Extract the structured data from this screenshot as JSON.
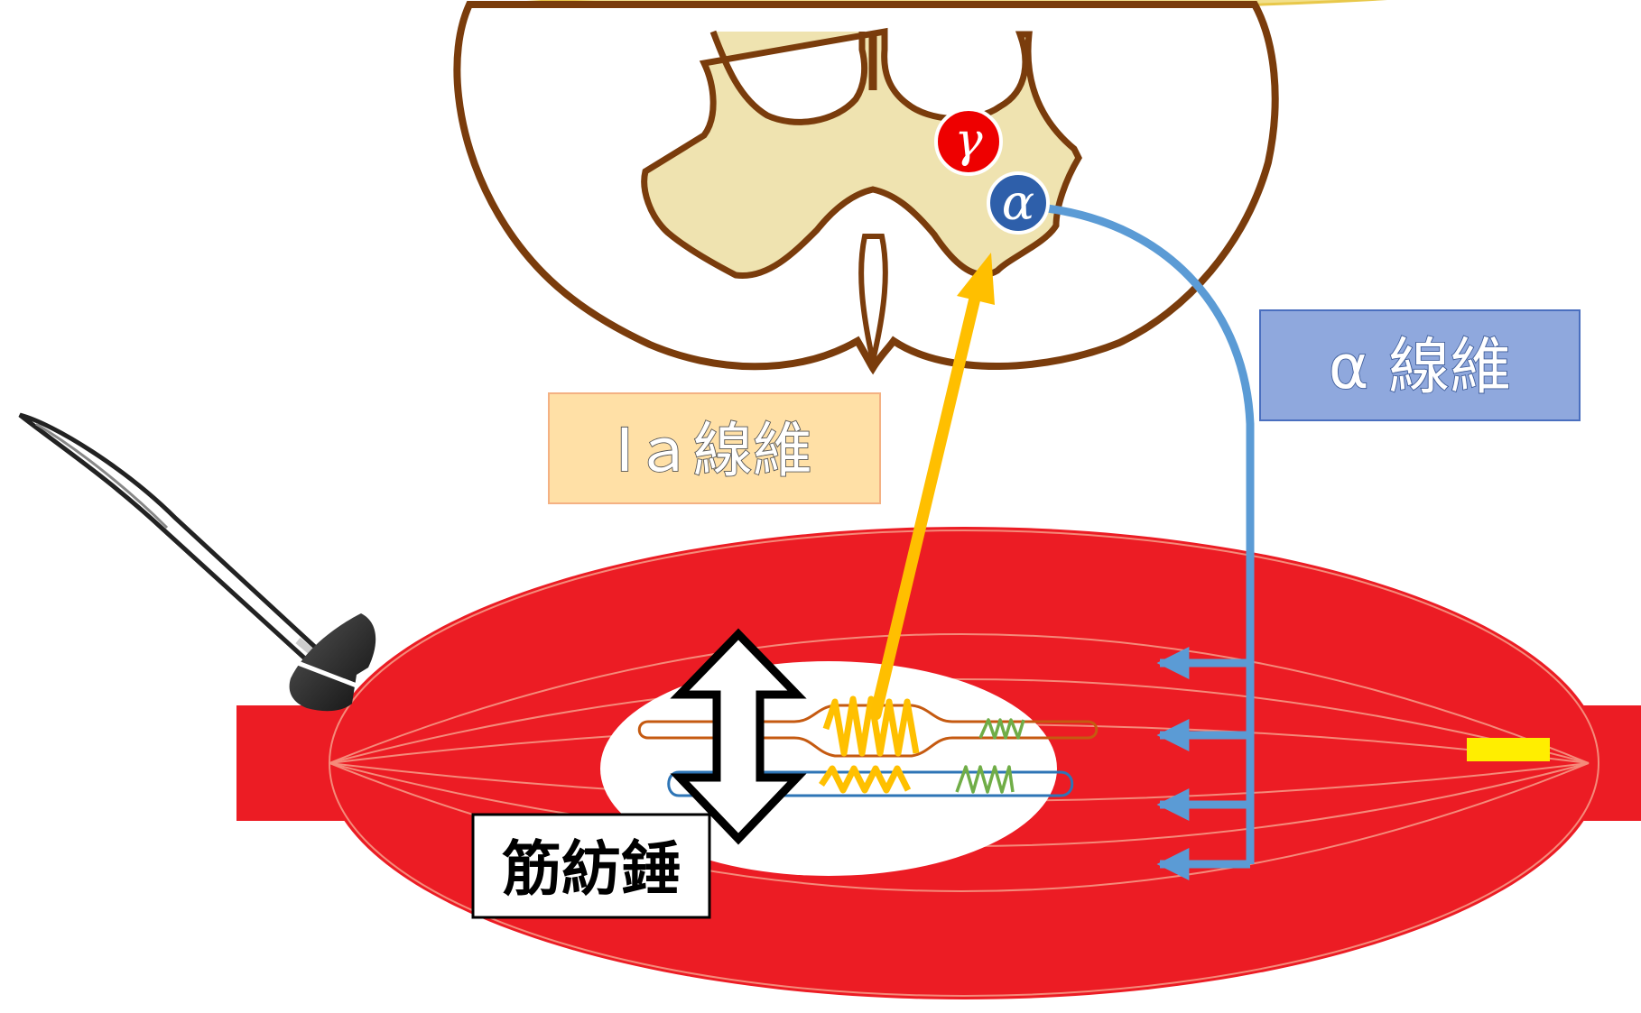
{
  "colors": {
    "muscle": "#ec1c24",
    "muscle_line": "#f58a7a",
    "spinal_cord_fill": "#efe3b0",
    "spinal_cord_outline": "#7a3c0c",
    "ia_fiber": "#ffbf00",
    "alpha_fiber": "#5b9bd5",
    "gamma_neuron": "#ee0000",
    "alpha_neuron": "#2e5faa",
    "spindle_fill": "#ffffff",
    "intrafusal_upper": "#c55a11",
    "intrafusal_lower": "#2e75b6",
    "coil_yellow": "#ffc000",
    "coil_green": "#70ad47",
    "ia_box_fill": "#ffe0a6",
    "ia_box_border": "#f4b183",
    "alpha_box_fill": "#8fa8dd",
    "alpha_box_border": "#4a6fbf",
    "tendon_mark": "#ffee00"
  },
  "labels": {
    "gamma_neuron": "γ",
    "alpha_neuron": "α",
    "ia_fiber": "Ⅰａ線維",
    "alpha_fiber": "α 線維",
    "muscle_spindle": "筋紡錘"
  },
  "icons": {
    "reflex_hammer": "reflex-hammer-icon",
    "stretch_arrow": "double-headed-arrow-icon"
  }
}
